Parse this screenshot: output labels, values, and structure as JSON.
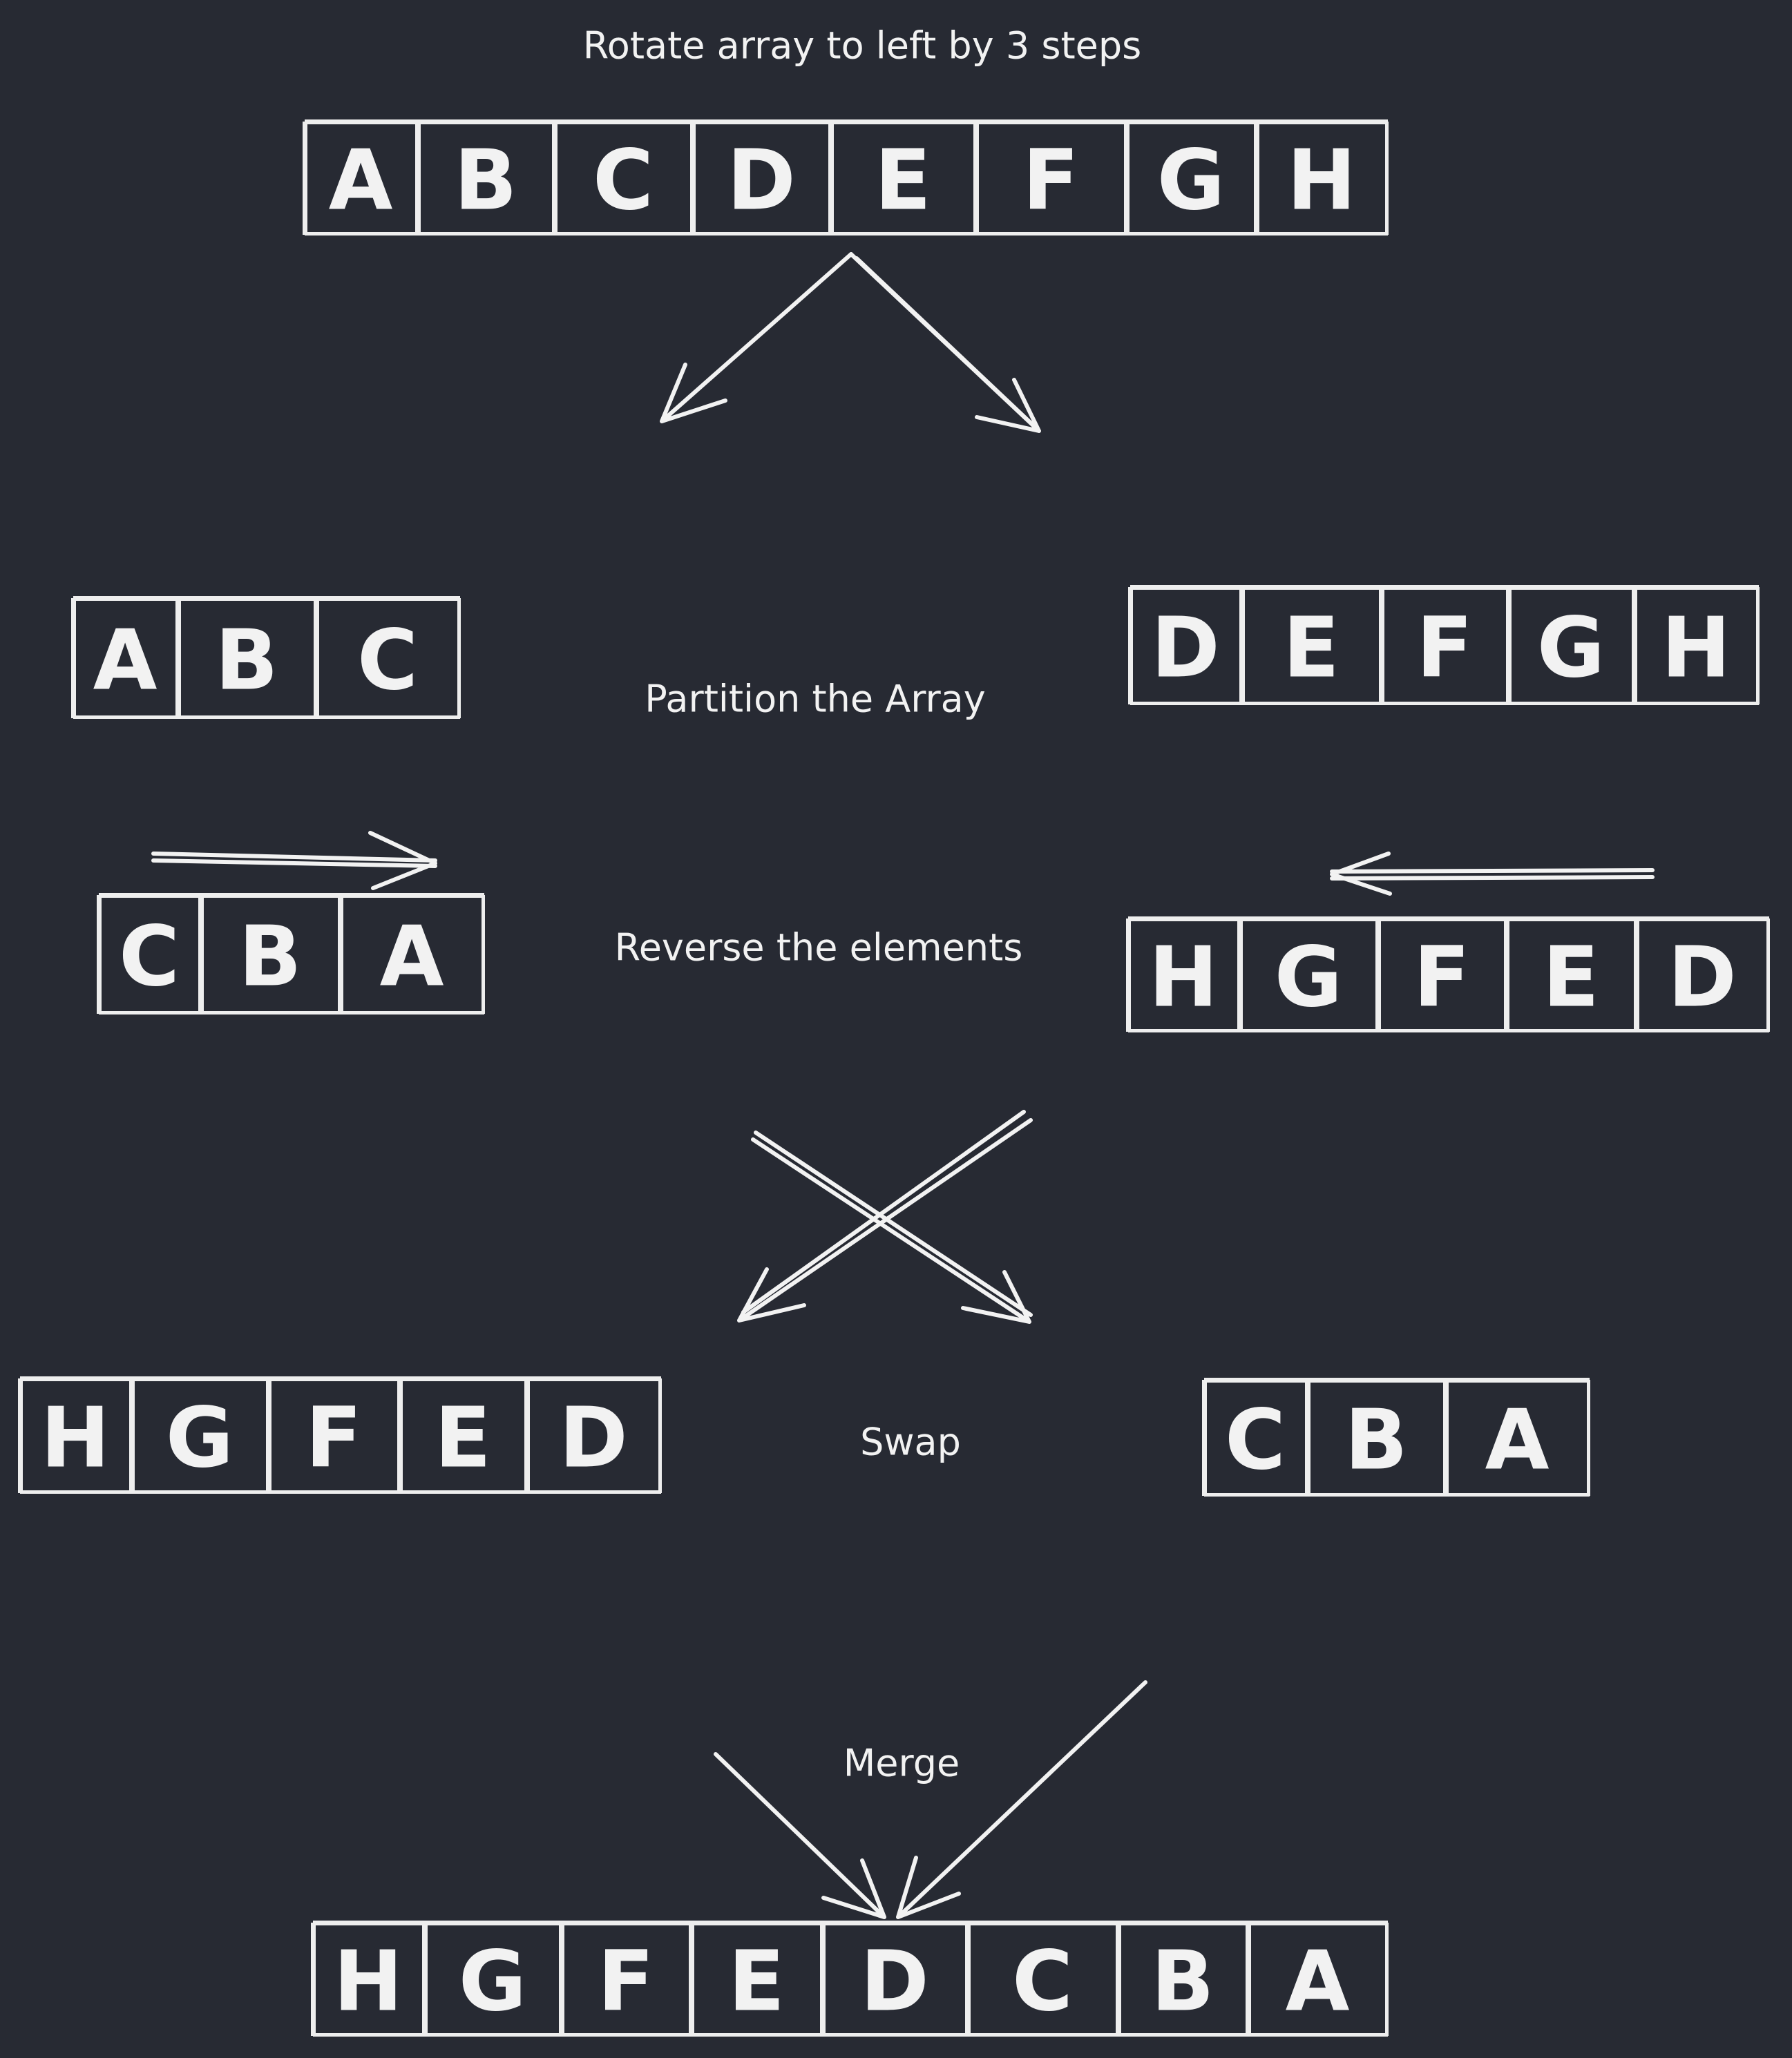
{
  "title": "Rotate array to left by 3 steps",
  "labels": {
    "partition": "Partition the Array",
    "reverse": "Reverse the elements",
    "swap": "Swap",
    "merge": "Merge"
  },
  "arrays": {
    "original": [
      "A",
      "B",
      "C",
      "D",
      "E",
      "F",
      "G",
      "H"
    ],
    "partition_left": [
      "A",
      "B",
      "C"
    ],
    "partition_right": [
      "D",
      "E",
      "F",
      "G",
      "H"
    ],
    "reversed_left": [
      "C",
      "B",
      "A"
    ],
    "reversed_right": [
      "H",
      "G",
      "F",
      "E",
      "D"
    ],
    "swapped_left": [
      "H",
      "G",
      "F",
      "E",
      "D"
    ],
    "swapped_right": [
      "C",
      "B",
      "A"
    ],
    "merged": [
      "H",
      "G",
      "F",
      "E",
      "D",
      "C",
      "B",
      "A"
    ]
  },
  "colors": {
    "background": "#272a33",
    "ink": "#f2f2f2"
  }
}
